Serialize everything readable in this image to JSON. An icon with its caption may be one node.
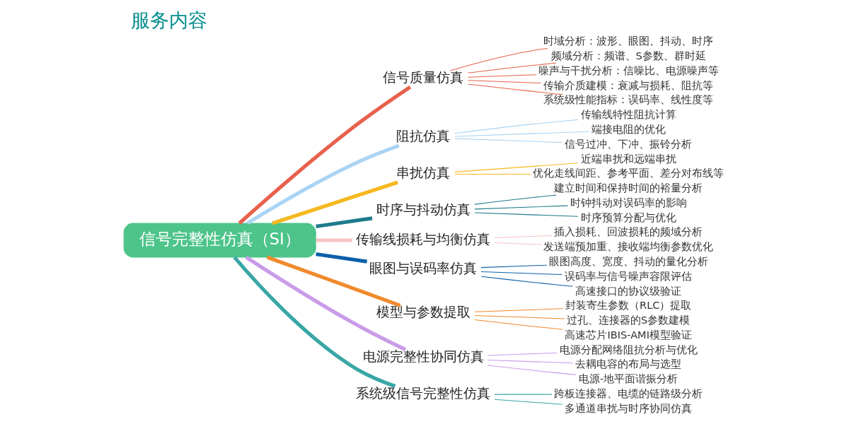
{
  "diagram": {
    "title": "服务内容",
    "nodes": [
      {
        "text": [
          "信号完整性仿真（SI）"
        ]
      },
      {
        "text": [
          "信号质量仿真"
        ]
      },
      {
        "text": [
          "时域分析：波形、眼图、抖动、时序"
        ]
      },
      {
        "text": [
          "频域分析：频谱、S参数、群时延"
        ]
      },
      {
        "text": [
          "噪声与干扰分析：信噪比、电源噪声等"
        ]
      },
      {
        "text": [
          "传输介质建模：衰减与损耗、阻抗等"
        ]
      },
      {
        "text": [
          "系统级性能指标：误码率、线性度等"
        ]
      },
      {
        "text": [
          "阻抗仿真"
        ]
      },
      {
        "text": [
          "传输线特性阻抗计算"
        ]
      },
      {
        "text": [
          "端接电阻的优化"
        ]
      },
      {
        "text": [
          "信号过冲、下冲、振铃分析"
        ]
      },
      {
        "text": [
          "串扰仿真"
        ]
      },
      {
        "text": [
          "近端串扰和远端串扰"
        ]
      },
      {
        "text": [
          "优化走线间距、参考平面、差分对布线等"
        ]
      },
      {
        "text": [
          "时序与抖动仿真"
        ]
      },
      {
        "text": [
          "建立时间和保持时间的裕量分析"
        ]
      },
      {
        "text": [
          "时钟抖动对误码率的影响"
        ]
      },
      {
        "text": [
          "时序预算分配与优化"
        ]
      },
      {
        "text": [
          "传输线损耗与均衡仿真"
        ]
      },
      {
        "text": [
          "插入损耗、回波损耗的频域分析"
        ]
      },
      {
        "text": [
          "发送端预加重、接收端均衡参数优化"
        ]
      },
      {
        "text": [
          "眼图与误码率仿真"
        ]
      },
      {
        "text": [
          "眼图高度、宽度、抖动的量化分析"
        ]
      },
      {
        "text": [
          "误码率与信号噪声容限评估"
        ]
      },
      {
        "text": [
          "高速接口的协议级验证"
        ]
      },
      {
        "text": [
          "模型与参数提取"
        ]
      },
      {
        "text": [
          "封装寄生参数（RLC）提取"
        ]
      },
      {
        "text": [
          "过孔、连接器的S参数建模"
        ]
      },
      {
        "text": [
          "高速芯片IBIS-AMI模型验证"
        ]
      },
      {
        "text": [
          "电源完整性协同仿真"
        ]
      },
      {
        "text": [
          "电源分配网络阻抗分析与优化"
        ]
      },
      {
        "text": [
          "去耦电容的布局与选型"
        ]
      },
      {
        "text": [
          "电源-地平面谐振分析"
        ]
      },
      {
        "text": [
          "系统级信号完整性仿真"
        ]
      },
      {
        "text": [
          "跨板连接器、电缆的链路级分析"
        ]
      },
      {
        "text": [
          "多通道串扰与时序协同仿真"
        ]
      }
    ],
    "edges": [
      {
        "from": 0,
        "to": 1,
        "arrow": "none",
        "style": "thick",
        "color": "#e8604c"
      },
      {
        "from": 1,
        "to": 2,
        "arrow": "none",
        "color": "#e8604c"
      },
      {
        "from": 1,
        "to": 3,
        "arrow": "none",
        "color": "#e8604c"
      },
      {
        "from": 1,
        "to": 4,
        "arrow": "none",
        "color": "#e8604c"
      },
      {
        "from": 1,
        "to": 5,
        "arrow": "none",
        "color": "#e8604c"
      },
      {
        "from": 1,
        "to": 6,
        "arrow": "none",
        "color": "#e8604c"
      },
      {
        "from": 0,
        "to": 7,
        "arrow": "none",
        "style": "thick",
        "color": "#a9d4f5"
      },
      {
        "from": 7,
        "to": 8,
        "arrow": "none",
        "color": "#a9d4f5"
      },
      {
        "from": 7,
        "to": 9,
        "arrow": "none",
        "color": "#a9d4f5"
      },
      {
        "from": 7,
        "to": 10,
        "arrow": "none",
        "color": "#a9d4f5"
      },
      {
        "from": 0,
        "to": 11,
        "arrow": "none",
        "style": "thick",
        "color": "#f5b820"
      },
      {
        "from": 11,
        "to": 12,
        "arrow": "none",
        "color": "#f5b820"
      },
      {
        "from": 11,
        "to": 13,
        "arrow": "none",
        "color": "#f5b820"
      },
      {
        "from": 0,
        "to": 14,
        "arrow": "none",
        "style": "thick",
        "color": "#1f7a8c"
      },
      {
        "from": 14,
        "to": 15,
        "arrow": "none",
        "color": "#1f7a8c"
      },
      {
        "from": 14,
        "to": 16,
        "arrow": "none",
        "color": "#1f7a8c"
      },
      {
        "from": 14,
        "to": 17,
        "arrow": "none",
        "color": "#1f7a8c"
      },
      {
        "from": 0,
        "to": 18,
        "arrow": "none",
        "style": "thick",
        "color": "#f8c3c3"
      },
      {
        "from": 18,
        "to": 19,
        "arrow": "none",
        "color": "#f8c3c3"
      },
      {
        "from": 18,
        "to": 20,
        "arrow": "none",
        "color": "#f8c3c3"
      },
      {
        "from": 0,
        "to": 21,
        "arrow": "none",
        "style": "thick",
        "color": "#0b5fa8"
      },
      {
        "from": 21,
        "to": 22,
        "arrow": "none",
        "color": "#0b5fa8"
      },
      {
        "from": 21,
        "to": 23,
        "arrow": "none",
        "color": "#0b5fa8"
      },
      {
        "from": 21,
        "to": 24,
        "arrow": "none",
        "color": "#0b5fa8"
      },
      {
        "from": 0,
        "to": 25,
        "arrow": "none",
        "style": "thick",
        "color": "#f08a2c"
      },
      {
        "from": 25,
        "to": 26,
        "arrow": "none",
        "color": "#f08a2c"
      },
      {
        "from": 25,
        "to": 27,
        "arrow": "none",
        "color": "#f08a2c"
      },
      {
        "from": 25,
        "to": 28,
        "arrow": "none",
        "color": "#f08a2c"
      },
      {
        "from": 0,
        "to": 29,
        "arrow": "none",
        "style": "thick",
        "color": "#c99be8"
      },
      {
        "from": 29,
        "to": 30,
        "arrow": "none",
        "color": "#c99be8"
      },
      {
        "from": 29,
        "to": 31,
        "arrow": "none",
        "color": "#c99be8"
      },
      {
        "from": 29,
        "to": 32,
        "arrow": "none",
        "color": "#c99be8"
      },
      {
        "from": 0,
        "to": 33,
        "arrow": "none",
        "style": "thick",
        "color": "#3aa6a6"
      },
      {
        "from": 33,
        "to": 34,
        "arrow": "none",
        "color": "#3aa6a6"
      },
      {
        "from": 33,
        "to": 35,
        "arrow": "none",
        "color": "#3aa6a6"
      }
    ]
  }
}
